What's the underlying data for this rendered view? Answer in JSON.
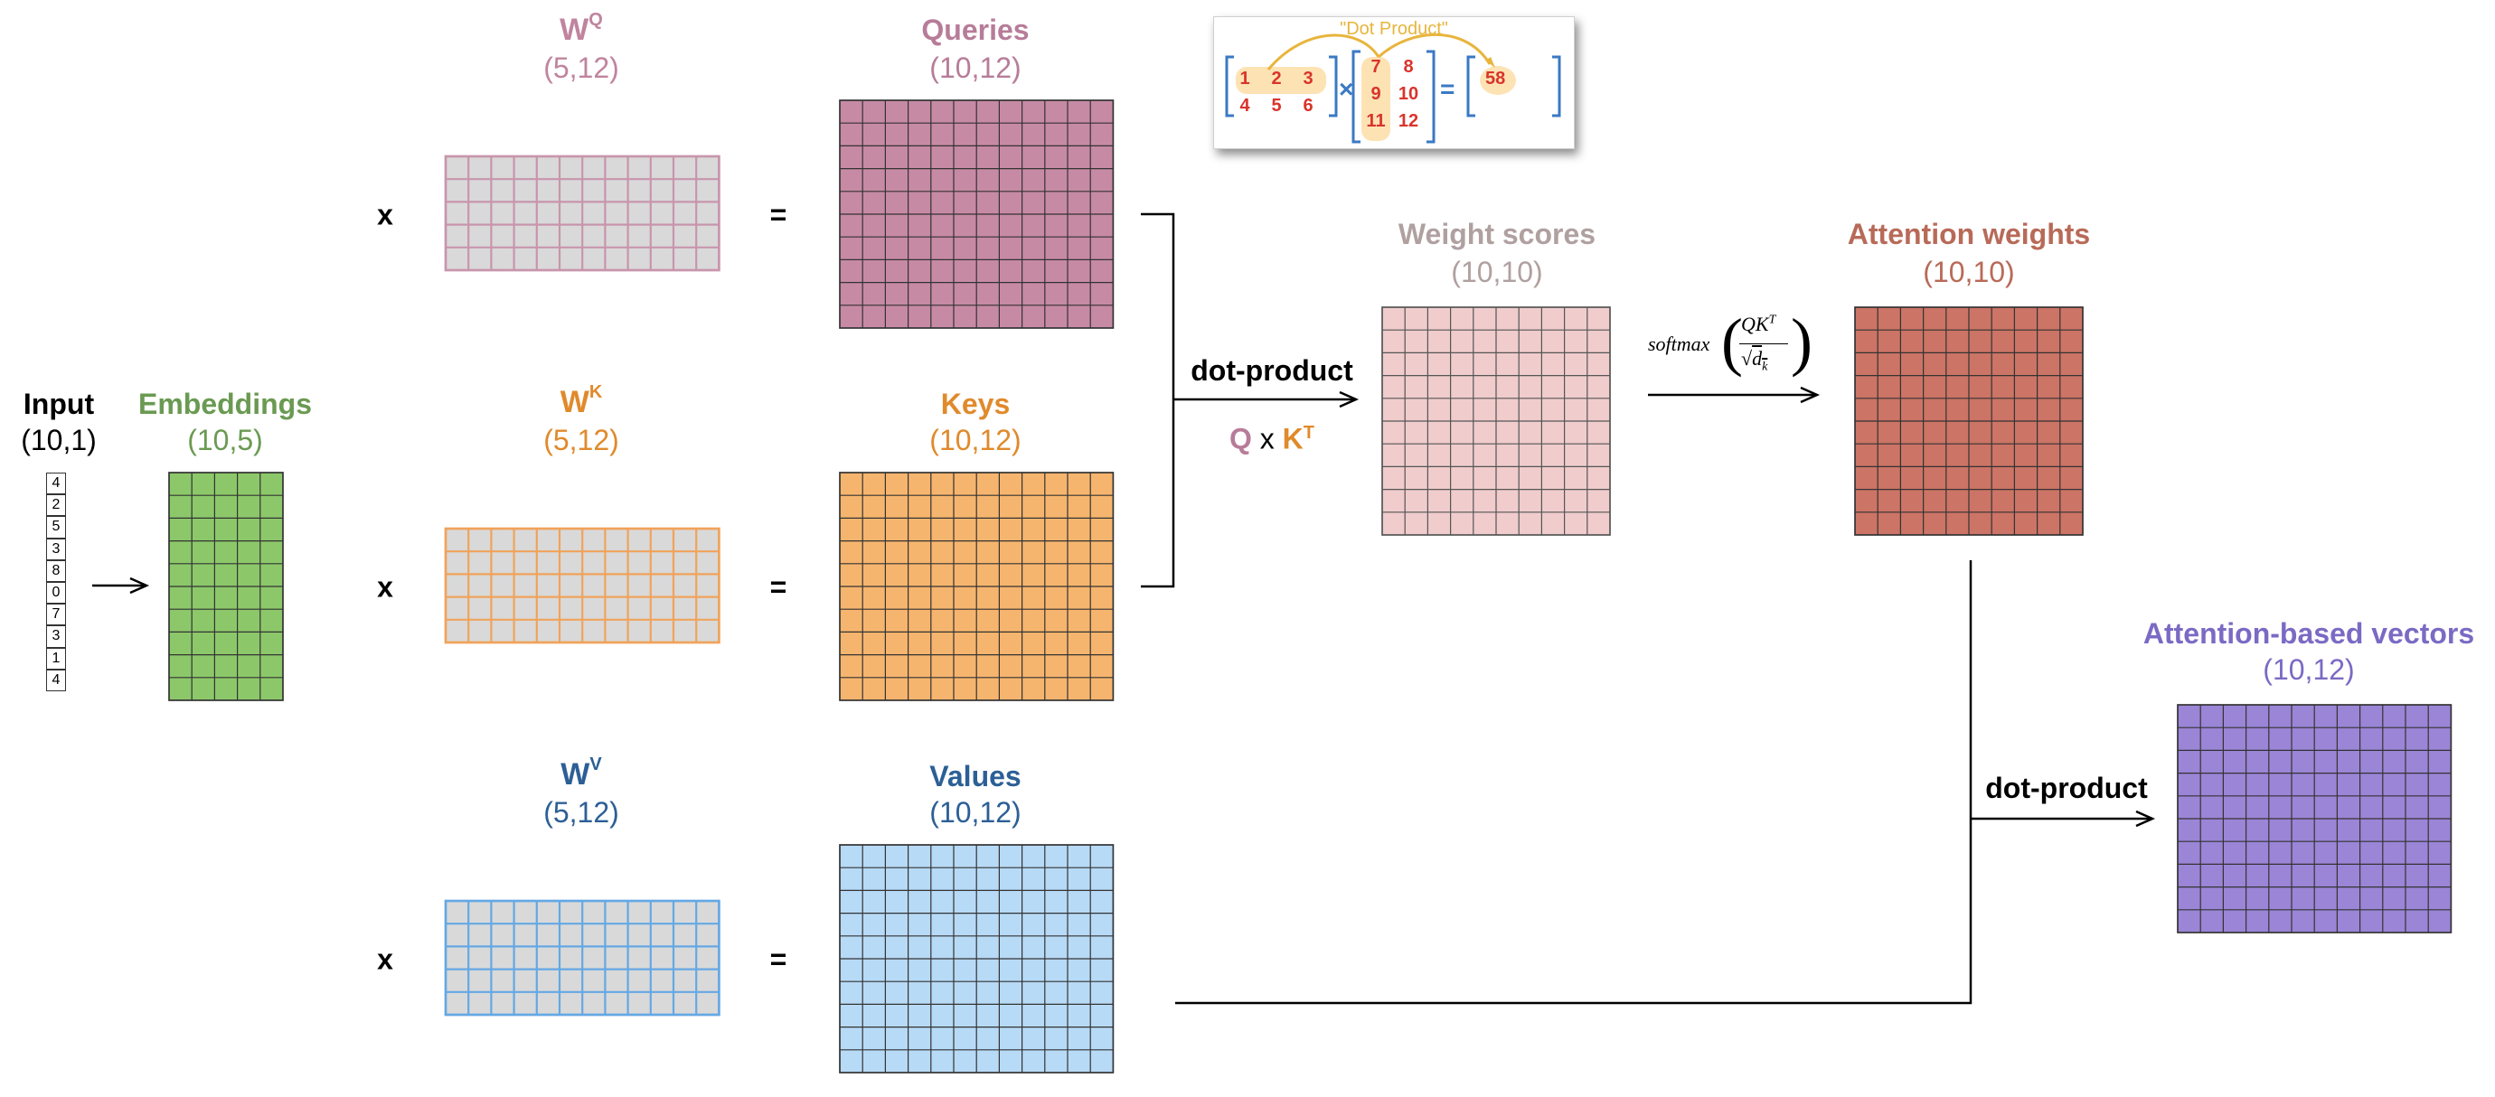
{
  "input": {
    "label": "Input",
    "dims": "(10,1)",
    "values": [
      "4",
      "2",
      "5",
      "3",
      "8",
      "0",
      "7",
      "3",
      "1",
      "4"
    ]
  },
  "embeddings": {
    "label": "Embeddings",
    "dims": "(10,5)",
    "color": "#6a9a52",
    "fill": "#8cc86a"
  },
  "wq": {
    "letter": "W",
    "sup": "Q",
    "dims": "(5,12)",
    "color": "#c0849e",
    "border": "#c895ac"
  },
  "wk": {
    "letter": "W",
    "sup": "K",
    "dims": "(5,12)",
    "color": "#e08a2c",
    "border": "#f0a35a"
  },
  "wv": {
    "letter": "W",
    "sup": "V",
    "dims": "(5,12)",
    "color": "#2c5f96",
    "border": "#64a8e4"
  },
  "queries": {
    "label": "Queries",
    "dims": "(10,12)",
    "color": "#b77c99",
    "fill": "#c78aa4"
  },
  "keys": {
    "label": "Keys",
    "dims": "(10,12)",
    "color": "#e08a2c",
    "fill": "#f6b56e"
  },
  "values_m": {
    "label": "Values",
    "dims": "(10,12)",
    "color": "#2c5f96",
    "fill": "#b7daf6"
  },
  "ops": {
    "times": "x",
    "equals": "="
  },
  "dot1": {
    "label": "dot-product",
    "q": "Q",
    "x": "x",
    "k": "K",
    "t": "T"
  },
  "scores": {
    "label": "Weight scores",
    "dims": "(10,10)",
    "color": "#b0a0a0",
    "fill": "#f0cccc"
  },
  "softmax": {
    "fn": "softmax",
    "num": "QK",
    "numsup": "T",
    "den": "d",
    "densub": "k"
  },
  "attn": {
    "label": "Attention weights",
    "dims": "(10,10)",
    "color": "#b86a58",
    "fill": "#cc7466"
  },
  "dot2": {
    "label": "dot-product"
  },
  "out": {
    "label": "Attention-based vectors",
    "dims": "(10,12)",
    "color": "#7b6ac4",
    "fill": "#9b85d6"
  },
  "inset": {
    "title": "\"Dot Product\"",
    "a": [
      [
        "1",
        "2",
        "3"
      ],
      [
        "4",
        "5",
        "6"
      ]
    ],
    "b": [
      [
        "7",
        "8"
      ],
      [
        "9",
        "10"
      ],
      [
        "11",
        "12"
      ]
    ],
    "result": "58",
    "times": "×",
    "equals": "="
  }
}
